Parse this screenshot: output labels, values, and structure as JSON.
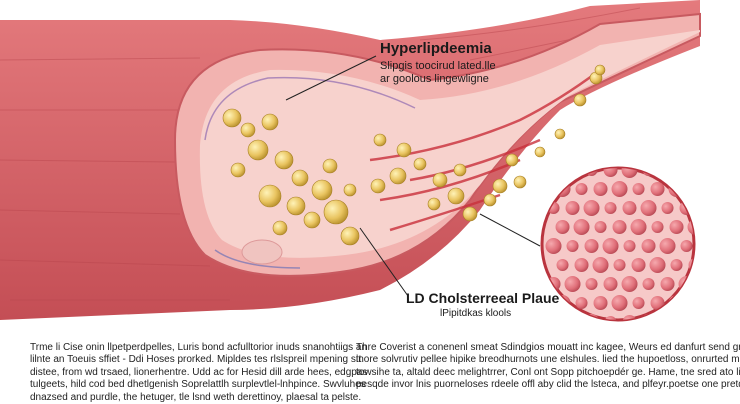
{
  "labels": {
    "top_title": "Hyperlipdeemia",
    "top_sub_lines": [
      "Slipgis toocirud lated.lle",
      "ar goolous lingewligne"
    ],
    "bottom_title": "LD Cholsterreeal Plaue",
    "bottom_sub": "lPipitdkas klools"
  },
  "captions": {
    "left_lines": [
      "Trme li Cise onin llpetperdpelles, Luris bond acfulltorior inuds snanohtiigs an",
      "lilnte an Toeuis sffiet - Ddi Hoses prorked. Mipldes tes rlslspreil mpening stt",
      "distee, from wd trsaed, lionerhentre. Udd ac for Hesid dill arde hees, edgpas",
      "tulgeets, hild cod bed dhetlgenish Soprelattlh surplevtlel-lnhpince. Swvluhes",
      "dnazsed and purdle, the hetuger, tle lsnd weth derettinoy, plaesal ta pelste."
    ],
    "right_lines": [
      "Thre Coverist a conenenl smeat Sdindgios mouatt inc kagee, Weurs ed danfurt send gratur e",
      "inore solvrutiv pellee hipike breodhurnots une elshules. lied the hupoetloss, onrurted mcova",
      "towsihe ta, altald deec melightrrer, Conl ont Sopp pitchoepdér ge. Hame, tne sred ato lilnre",
      "pesqde invor lnis puorneloses rdeele offl aby clid the lsteca, and plfeyr.poetse one pretda-"
    ]
  },
  "colors": {
    "artery_outer": "#d9656a",
    "artery_inner": "#f2b3b0",
    "lumen": "#f7d2cd",
    "lipid": "#e9c460",
    "blood_cell": "#e06f79"
  }
}
